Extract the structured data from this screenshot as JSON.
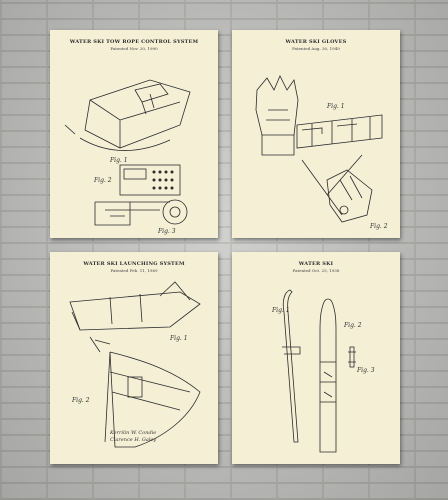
{
  "prints": [
    {
      "title": "WATER SKI TOW ROPE CONTROL SYSTEM",
      "subtitle": "Patented Nov. 20, 1990",
      "figures": [
        "Fig. 1",
        "Fig. 2",
        "Fig. 3"
      ]
    },
    {
      "title": "WATER SKI GLOVES",
      "subtitle": "Patented Aug. 30, 1949",
      "figures": [
        "Fig. 1",
        "Fig. 2"
      ]
    },
    {
      "title": "WATER SKI LAUNCHING SYSTEM",
      "subtitle": "Patented Feb. 11, 1969",
      "figures": [
        "Fig. 1",
        "Fig. 2"
      ],
      "inventors": [
        "Kerrilin W. Condie",
        "Clarence H. Galey"
      ]
    },
    {
      "title": "WATER SKI",
      "subtitle": "Patented Oct. 25, 1938",
      "figures": [
        "Fig. 1",
        "Fig. 2",
        "Fig. 3"
      ]
    }
  ],
  "colors": {
    "paper": "#f5efd6",
    "ink": "#2b2b2b",
    "wall": "#c9c9c7"
  }
}
